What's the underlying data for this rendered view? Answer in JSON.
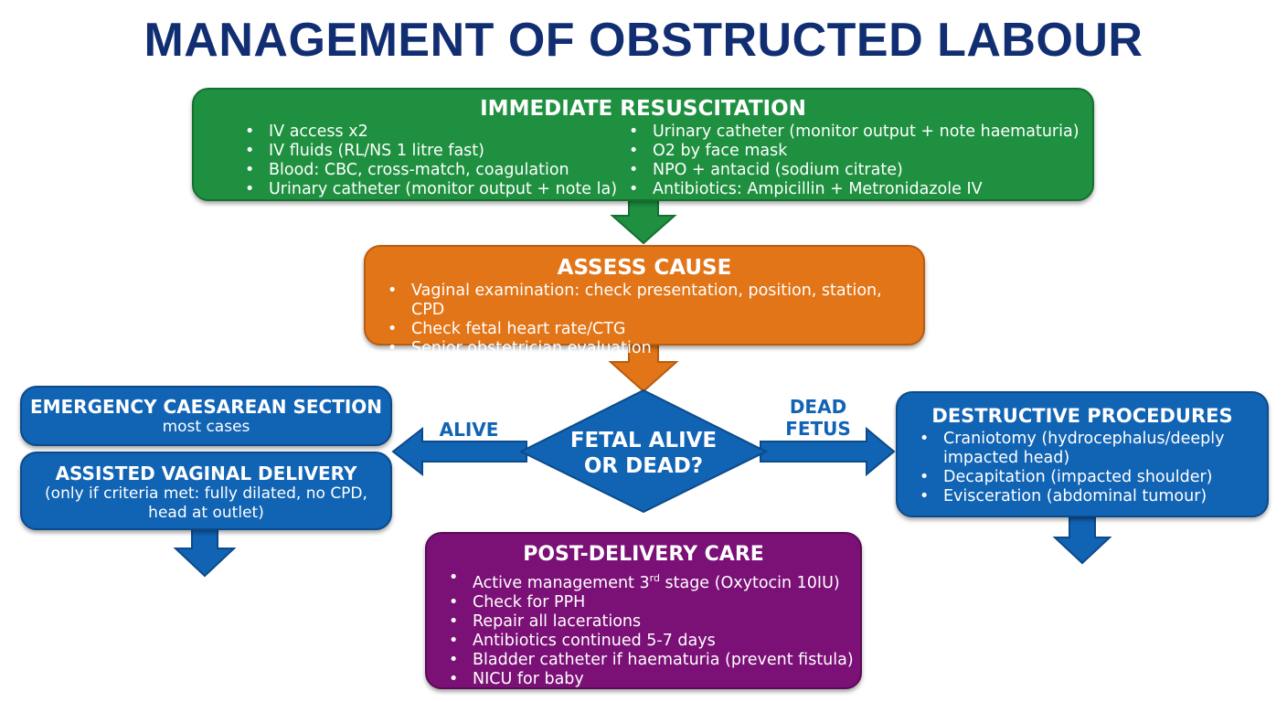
{
  "title": "MANAGEMENT OF OBSTRUCTED LABOUR",
  "colors": {
    "title": "#122e72",
    "green": "#1e9040",
    "orange": "#e27518",
    "blue": "#1163b4",
    "purple": "#7b1076",
    "label_blue": "#1163b4"
  },
  "resuscitation": {
    "header": "IMMEDIATE RESUSCITATION",
    "left_items": [
      "IV access x2",
      "IV fluids (RL/NS 1 litre fast)",
      "Blood: CBC, cross-match, coagulation",
      "Urinary catheter (monitor output + note la)"
    ],
    "right_items": [
      "Urinary catheter (monitor output + note haematuria)",
      "O2 by face mask",
      "NPO + antacid (sodium citrate)",
      "Antibiotics: Ampicillin + Metronidazole IV"
    ]
  },
  "assess": {
    "header": "ASSESS CAUSE",
    "items": [
      "Vaginal examination: check presentation, position, station, CPD",
      "Check fetal heart rate/CTG",
      "Senior obstetrician evaluation"
    ]
  },
  "decision": {
    "line1": "FETAL ALIVE",
    "line2": "OR DEAD?"
  },
  "branch_labels": {
    "alive": "ALIVE",
    "dead_line1": "DEAD",
    "dead_line2": "FETUS"
  },
  "caesarean": {
    "header": "EMERGENCY CAESAREAN SECTION",
    "sub": "most cases"
  },
  "assisted": {
    "header": "ASSISTED VAGINAL DELIVERY",
    "sub_line1": "(only if criteria met: fully dilated, no CPD,",
    "sub_line2": "head at outlet)"
  },
  "destructive": {
    "header": "DESTRUCTIVE PROCEDURES",
    "items": [
      "Craniotomy (hydrocephalus/deeply impacted head)",
      "Decapitation (impacted shoulder)",
      "Evisceration (abdominal tumour)"
    ]
  },
  "post": {
    "header": "POST-DELIVERY CARE",
    "item1_pre": "Active management 3",
    "item1_sup": "rd",
    "item1_post": " stage (Oxytocin 10IU)",
    "items": [
      "Check for PPH",
      "Repair all lacerations",
      "Antibiotics continued 5-7 days",
      "Bladder catheter if haematuria (prevent fistula)",
      "NICU for baby"
    ]
  }
}
